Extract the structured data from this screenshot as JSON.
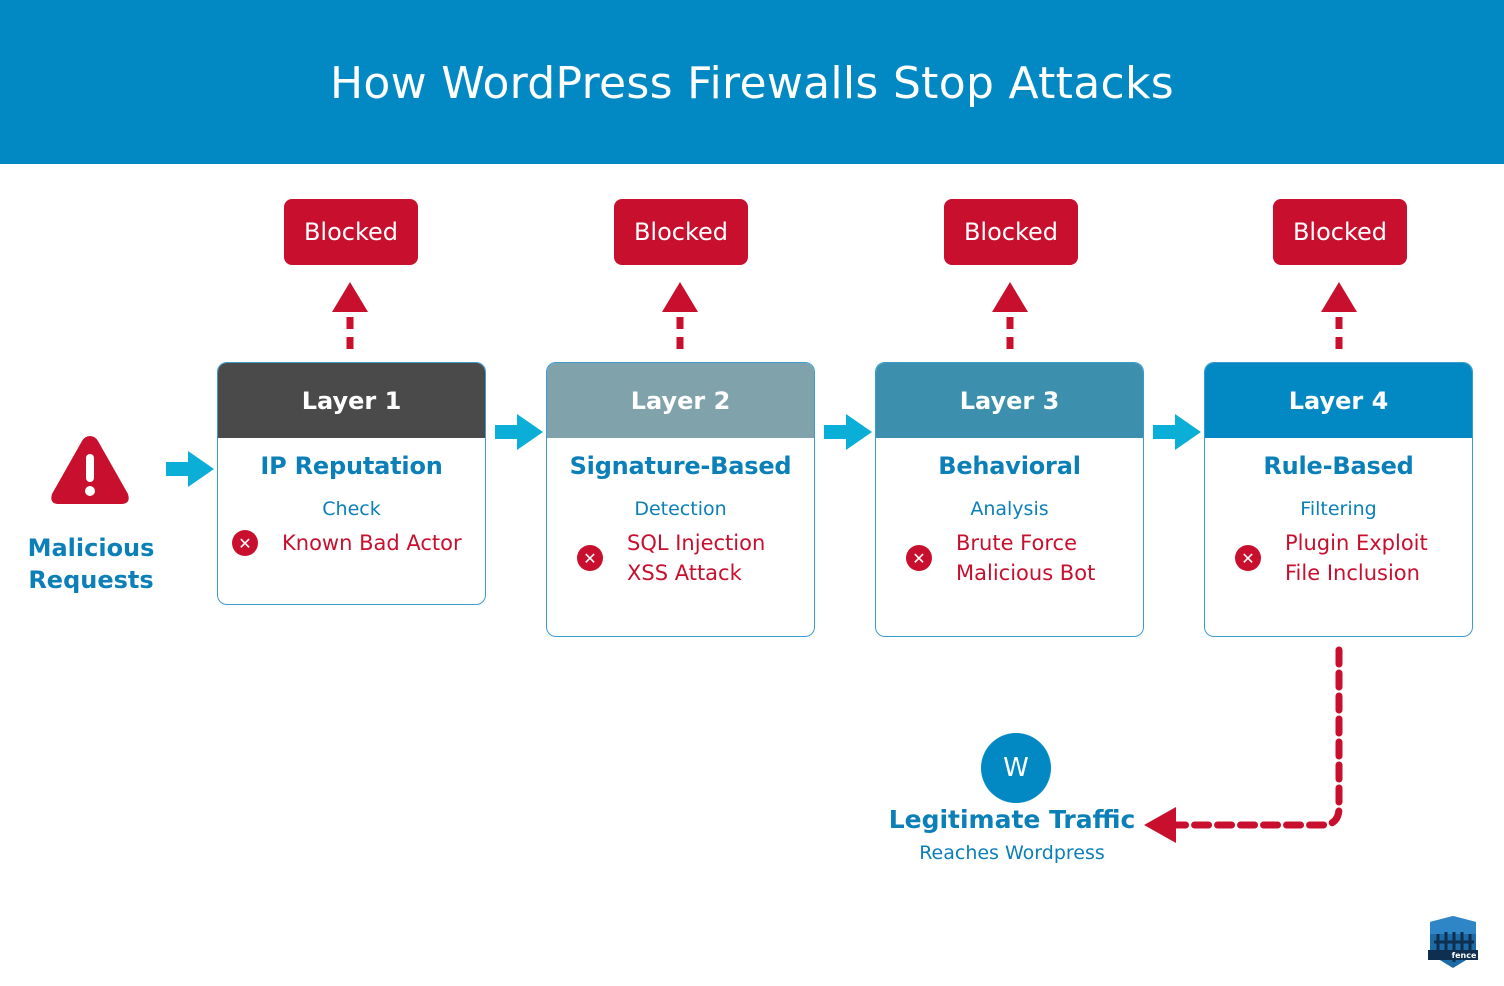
{
  "header": {
    "title": "How WordPress Firewalls Stop Attacks"
  },
  "blocked_label": "Blocked",
  "source": {
    "label_line1": "Malicious",
    "label_line2": "Requests",
    "icon": "warning-icon"
  },
  "layers": [
    {
      "name": "Layer 1",
      "title": "IP Reputation",
      "subtitle": "Check",
      "header_color": "#4a4a4a",
      "threats": [
        "Known Bad Actor"
      ]
    },
    {
      "name": "Layer 2",
      "title": "Signature-Based",
      "subtitle": "Detection",
      "header_color": "#7fa2ab",
      "threats": [
        "SQL Injection",
        "XSS Attack"
      ]
    },
    {
      "name": "Layer 3",
      "title": "Behavioral",
      "subtitle": "Analysis",
      "header_color": "#3d90ad",
      "threats": [
        "Brute Force",
        "Malicious Bot"
      ]
    },
    {
      "name": "Layer 4",
      "title": "Rule-Based",
      "subtitle": "Filtering",
      "header_color": "#0289c3",
      "threats": [
        "Plugin Exploit",
        "File Inclusion"
      ]
    }
  ],
  "destination": {
    "icon_letter": "W",
    "title": "Legitimate Traffic",
    "subtitle": "Reaches Wordpress"
  },
  "colors": {
    "header_bg": "#0289c3",
    "blocked_red": "#c8102e",
    "flow_cyan": "#0aaed6",
    "text_blue": "#0b7fb8"
  },
  "logo": {
    "text": "fence"
  }
}
